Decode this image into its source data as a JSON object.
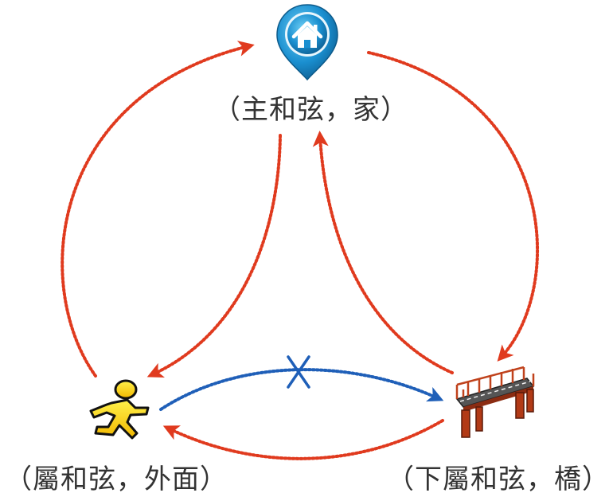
{
  "nodes": {
    "home": {
      "label": "（主和弦，家）",
      "icon": "home-pin-icon"
    },
    "outside": {
      "label": "（屬和弦，外面）",
      "icon": "running-figure-icon"
    },
    "bridge": {
      "label": "（下屬和弦，橋）",
      "icon": "bridge-icon"
    }
  },
  "edges": [
    {
      "from": "outside",
      "to": "home",
      "color": "#e03a1e",
      "style": "dotted-arrow"
    },
    {
      "from": "home",
      "to": "bridge",
      "color": "#e03a1e",
      "style": "dotted-arrow"
    },
    {
      "from": "home",
      "to": "outside",
      "color": "#e03a1e",
      "style": "dotted-arrow"
    },
    {
      "from": "bridge",
      "to": "home",
      "color": "#e03a1e",
      "style": "dotted-arrow"
    },
    {
      "from": "bridge",
      "to": "outside",
      "color": "#e03a1e",
      "style": "dotted-arrow"
    },
    {
      "from": "outside",
      "to": "bridge",
      "color": "#1f5fb8",
      "style": "dotted-arrow",
      "blocked_mark": "X"
    }
  ],
  "colors": {
    "red_arrow": "#e03a1e",
    "blue_arrow": "#1f5fb8",
    "blocked_mark": "#1f5fb8",
    "text": "#333333"
  }
}
